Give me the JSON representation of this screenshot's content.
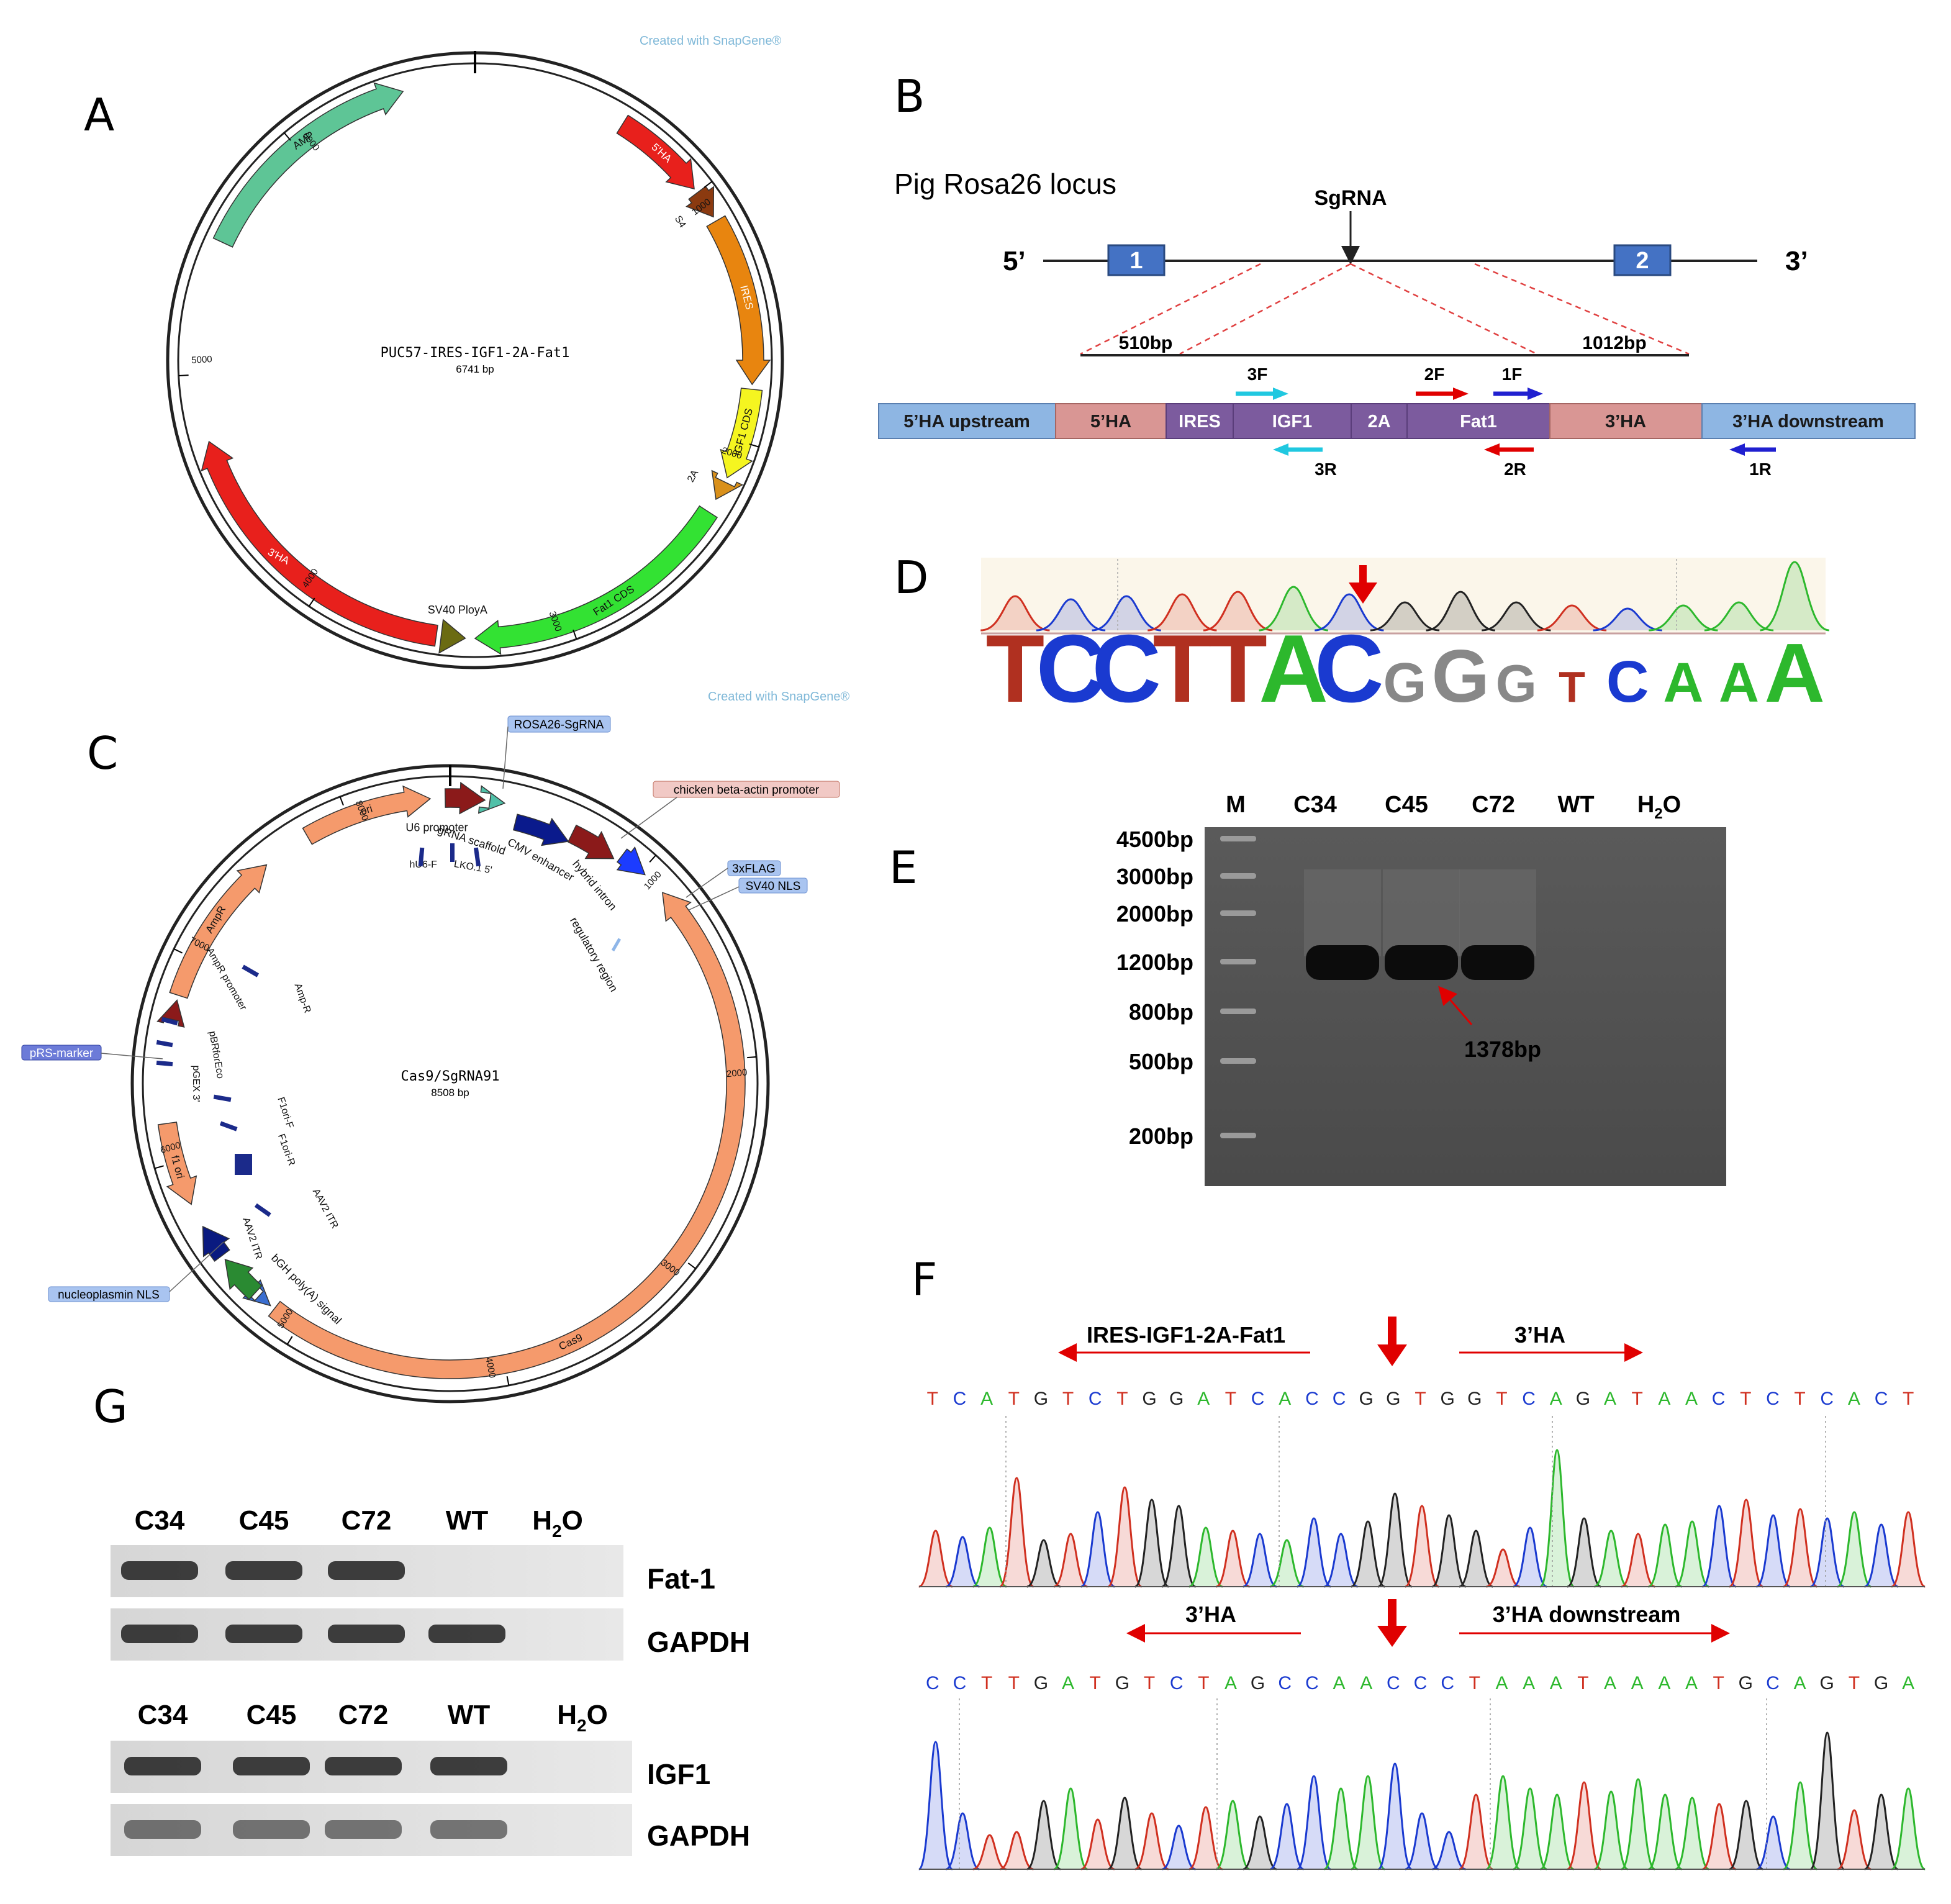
{
  "panels": {
    "A": "A",
    "B": "B",
    "C": "C",
    "D": "D",
    "E": "E",
    "F": "F",
    "G": "G"
  },
  "snapgene": "Created with SnapGene®",
  "mapA": {
    "name": "PUC57-IRES-IGF1-2A-Fat1",
    "size": "6741 bp",
    "features": {
      "amp": "AMP",
      "ha5": "5'HA",
      "s4": "S4",
      "ires": "IRES",
      "igf1": "IGF1 CDS",
      "t2a": "2A",
      "fat1": "Fat1 CDS",
      "sv40": "SV40 PloyA",
      "ha3": "3'HA"
    },
    "ticks": {
      "t1000": "1000",
      "t2000": "2000",
      "t3000": "3000",
      "t4000": "4000",
      "t5000": "5000",
      "t6000": "6000"
    }
  },
  "locus": {
    "title": "Pig Rosa26  locus",
    "sgrna": "SgRNA",
    "end5": "5’",
    "end3": "3’",
    "exon1": "1",
    "exon2": "2",
    "len_left": "510bp",
    "len_right": "1012bp",
    "segments": {
      "up": "5’HA upstream",
      "ha5": "5’HA",
      "ires": "IRES",
      "igf1": "IGF1",
      "t2a": "2A",
      "fat1": "Fat1",
      "ha3": "3’HA",
      "down": "3’HA downstream"
    },
    "primers": {
      "f3": "3F",
      "f2": "2F",
      "f1": "1F",
      "r3": "3R",
      "r2": "2R",
      "r1": "1R"
    }
  },
  "mapC": {
    "name": "Cas9/SgRNA91",
    "size": "8508 bp",
    "features": {
      "ori": "ori",
      "u6": "U6 promoter",
      "gscaf": "gRNA scaffold",
      "cmv": "CMV enhancer",
      "hybrid": "hybrid intron",
      "cas9": "Cas9",
      "bgh": "bGH poly(A) signal",
      "aav1": "AAV2 ITR",
      "aav2": "AAV2 ITR",
      "f1ori": "f1 ori",
      "ampr": "AmpR",
      "amprp": "AmpR promoter",
      "hu6f": "hU6-F",
      "lko": "LKO.1 5'",
      "ampR2": "Amp-R",
      "pbr": "pBRforEco",
      "pgex": "pGEX 3'",
      "f1orif": "F1ori-F",
      "f1orir": "F1ori-R",
      "reg": "regulatory region"
    },
    "boxes": {
      "rosa": "ROSA26-SgRNA",
      "cba": "chicken beta-actin promoter",
      "flag": "3xFLAG",
      "sv40nls": "SV40 NLS",
      "prs": "pRS-marker",
      "npnls": "nucleoplasmin NLS"
    },
    "ticks": {
      "t1000": "1000",
      "t2000": "2000",
      "t3000": "3000",
      "t4000": "4000",
      "t5000": "5000",
      "t6000": "6000",
      "t7000": "7000",
      "t8000": "8000"
    }
  },
  "chromD": {
    "seq": [
      "T",
      "C",
      "C",
      "T",
      "T",
      "A",
      "C",
      "G",
      "G",
      "G",
      "T",
      "C",
      "A",
      "A",
      "A"
    ]
  },
  "gelE": {
    "lanes": [
      "M",
      "C34",
      "C45",
      "C72",
      "WT",
      "H2O"
    ],
    "ladder": [
      "4500bp",
      "3000bp",
      "2000bp",
      "1200bp",
      "800bp",
      "500bp",
      "200bp"
    ],
    "band": "1378bp"
  },
  "chromF": {
    "top_left": "IRES-IGF1-2A-Fat1",
    "top_right": "3’HA",
    "top_seq": "TCATGTCTGGATCACCGGTGGTCAGATAACTCTCACT",
    "bot_left": "3’HA",
    "bot_right": "3’HA  downstream",
    "bot_seq": "CCTTGATGTCTAGCCAACCCTAAATAAAATGCAGTGA"
  },
  "gelG": {
    "lanes1": [
      "C34",
      "C45",
      "C72",
      "WT",
      "H2O"
    ],
    "lanes2": [
      "C34",
      "C45",
      "C72",
      "WT",
      "H2O"
    ],
    "rows": {
      "fat1": "Fat-1",
      "gapdh1": "GAPDH",
      "igf1": "IGF1",
      "gapdh2": "GAPDH"
    }
  },
  "colors": {
    "A": "#e34a33",
    "C": "#1a2ccc",
    "G": "#333333",
    "T": "#b03020",
    "green": "#2db82d",
    "blue_segment": "#8eb6e3",
    "pink_segment": "#d99694",
    "purple_segment": "#7c5b9e"
  }
}
